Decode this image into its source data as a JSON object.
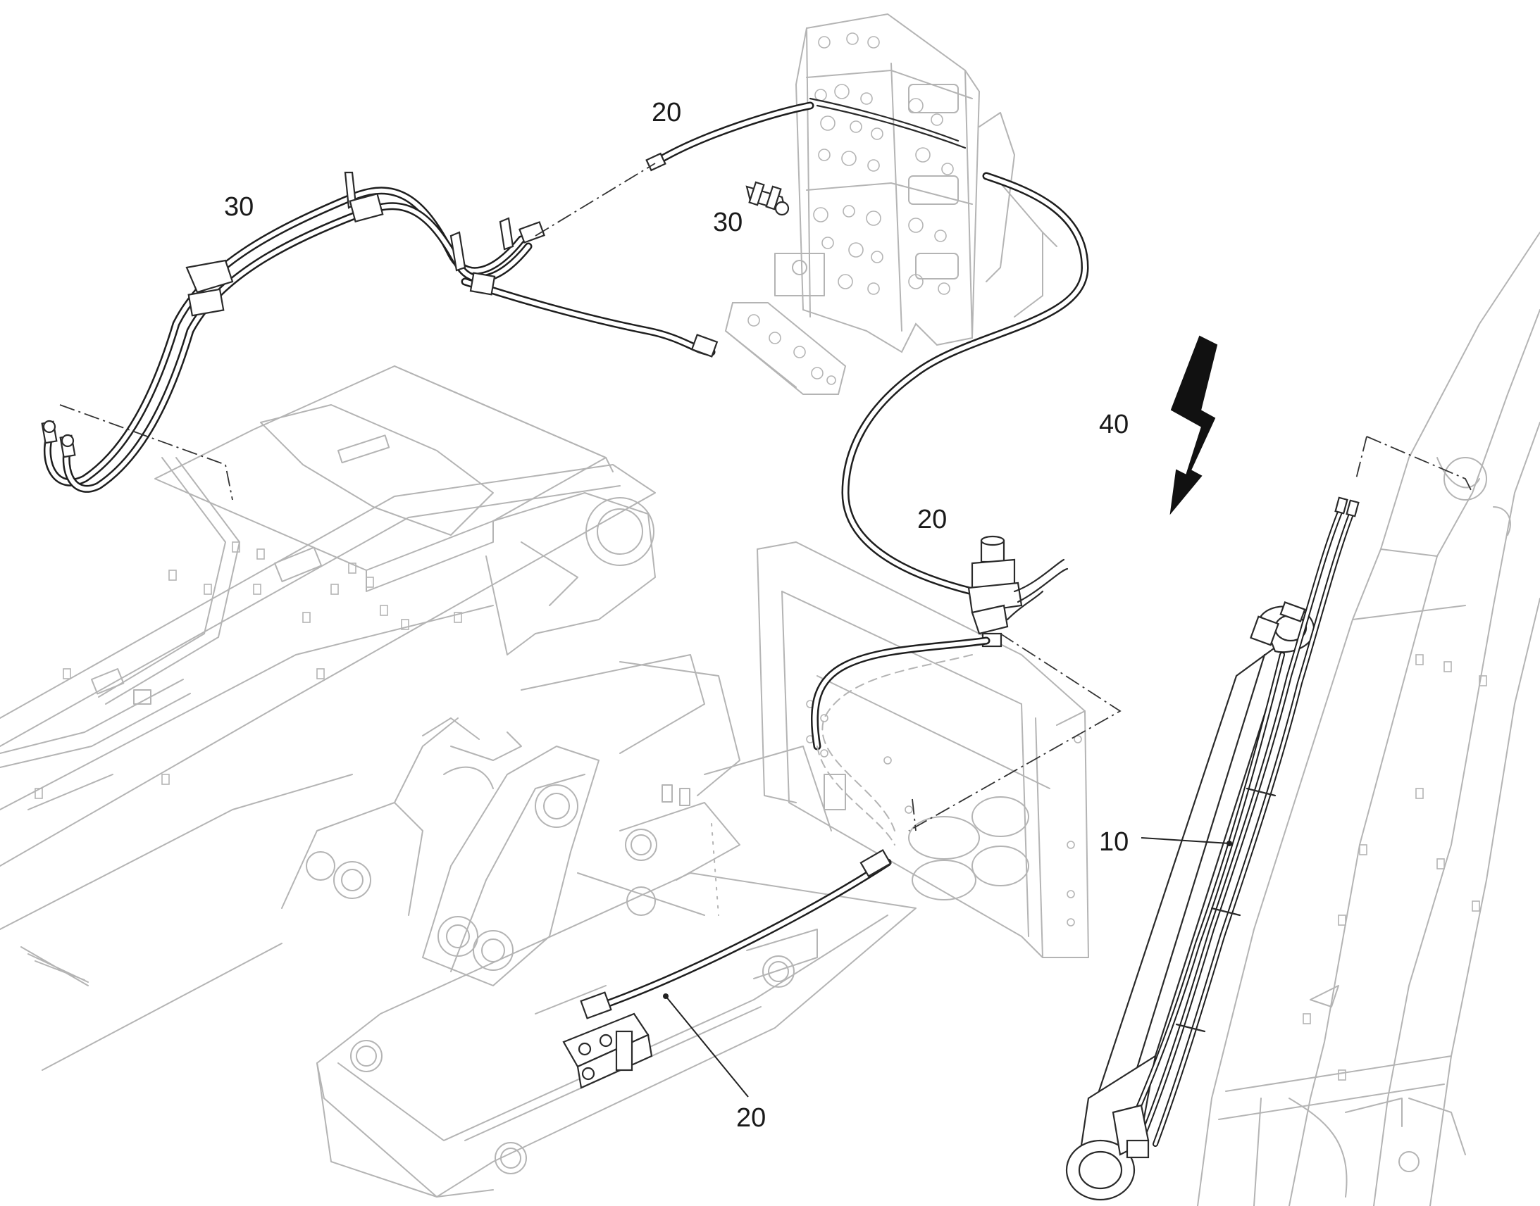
{
  "callouts": {
    "c20_top": "20",
    "c30_left": "30",
    "c30_mid": "30",
    "c20_mid": "20",
    "c40": "40",
    "c10": "10",
    "c20_bottom": "20"
  },
  "colors": {
    "ghost_lines": "#b4b4b4",
    "part_lines": "#2a2a2a",
    "hose": "#1e1e1e"
  }
}
